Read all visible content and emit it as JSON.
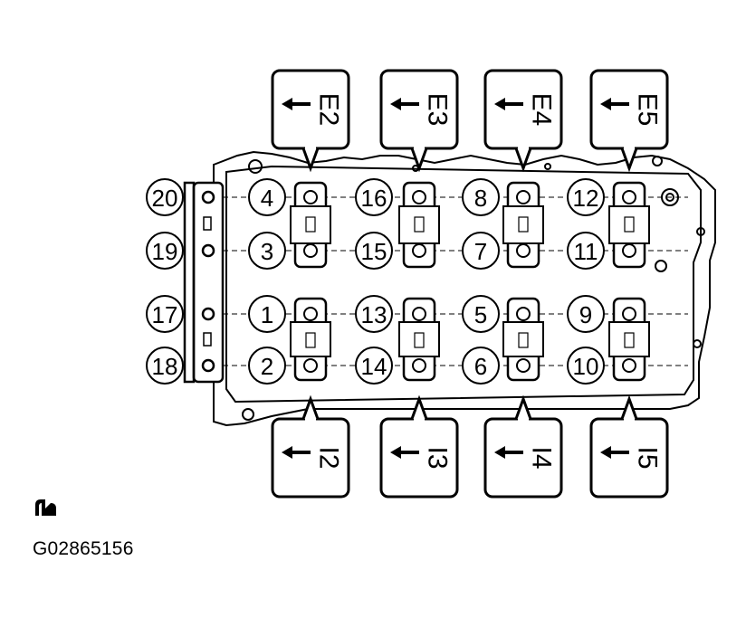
{
  "callouts_top": [
    {
      "label": "E2"
    },
    {
      "label": "E3"
    },
    {
      "label": "E4"
    },
    {
      "label": "E5"
    }
  ],
  "callouts_bottom": [
    {
      "label": "I2"
    },
    {
      "label": "I3"
    },
    {
      "label": "I4"
    },
    {
      "label": "I5"
    }
  ],
  "bolts": [
    {
      "n": "20",
      "circled": true
    },
    {
      "n": "19",
      "circled": true
    },
    {
      "n": "17",
      "circled": true
    },
    {
      "n": "18",
      "circled": true
    },
    {
      "n": "4",
      "circled": true
    },
    {
      "n": "3",
      "circled": true
    },
    {
      "n": "1",
      "circled": true
    },
    {
      "n": "2",
      "circled": true
    },
    {
      "n": "16",
      "circled": true
    },
    {
      "n": "15",
      "circled": true
    },
    {
      "n": "13",
      "circled": true
    },
    {
      "n": "14",
      "circled": true
    },
    {
      "n": "8",
      "circled": true
    },
    {
      "n": "7",
      "circled": true
    },
    {
      "n": "5",
      "circled": true
    },
    {
      "n": "6",
      "circled": true
    },
    {
      "n": "12",
      "circled": true
    },
    {
      "n": "11",
      "circled": true
    },
    {
      "n": "9",
      "circled": true
    },
    {
      "n": "10",
      "circled": true
    }
  ],
  "footer": {
    "code": "G02865156"
  },
  "icons": {
    "logo": "manual-logo-icon",
    "arrow": "left-arrow-icon"
  },
  "colors": {
    "line": "#000000",
    "background": "#ffffff"
  }
}
